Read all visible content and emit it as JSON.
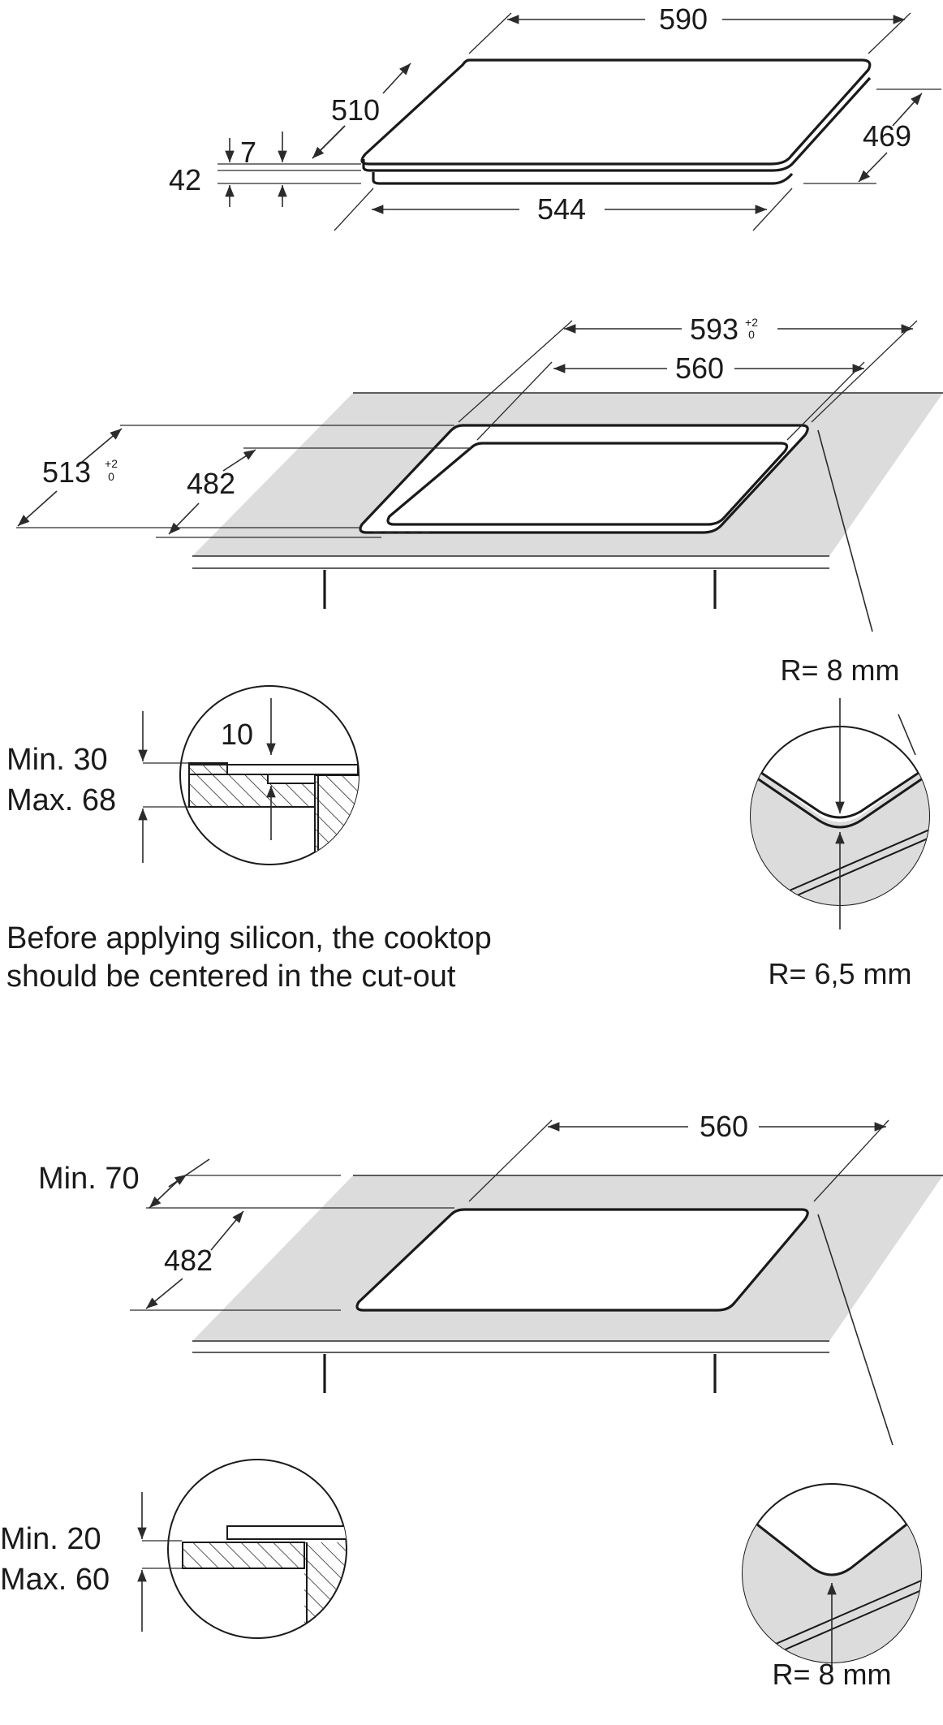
{
  "colors": {
    "worktop": "#dcdcdc",
    "line": "#1a1a1a",
    "background": "#ffffff"
  },
  "hob": {
    "width": "590",
    "depth": "510",
    "body_width": "544",
    "body_depth": "469",
    "glass_thickness": "7",
    "total_height": "42"
  },
  "cutout_flush": {
    "outer_width": "593",
    "outer_width_tol_upper": "+2",
    "outer_width_tol_lower": "0",
    "inner_width": "560",
    "outer_depth": "513",
    "outer_depth_tol_upper": "+2",
    "outer_depth_tol_lower": "0",
    "inner_depth": "482",
    "corner_outer": "R= 8 mm",
    "corner_inner": "R= 6,5 mm",
    "step": "10",
    "worktop_min": "Min. 30",
    "worktop_max": "Max. 68",
    "note_line1": "Before applying silicon, the cooktop",
    "note_line2": "should be centered in the cut-out"
  },
  "cutout_standard": {
    "width": "560",
    "depth": "482",
    "edge_distance": "Min. 70",
    "corner": "R= 8 mm",
    "worktop_min": "Min. 20",
    "worktop_max": "Max. 60"
  }
}
